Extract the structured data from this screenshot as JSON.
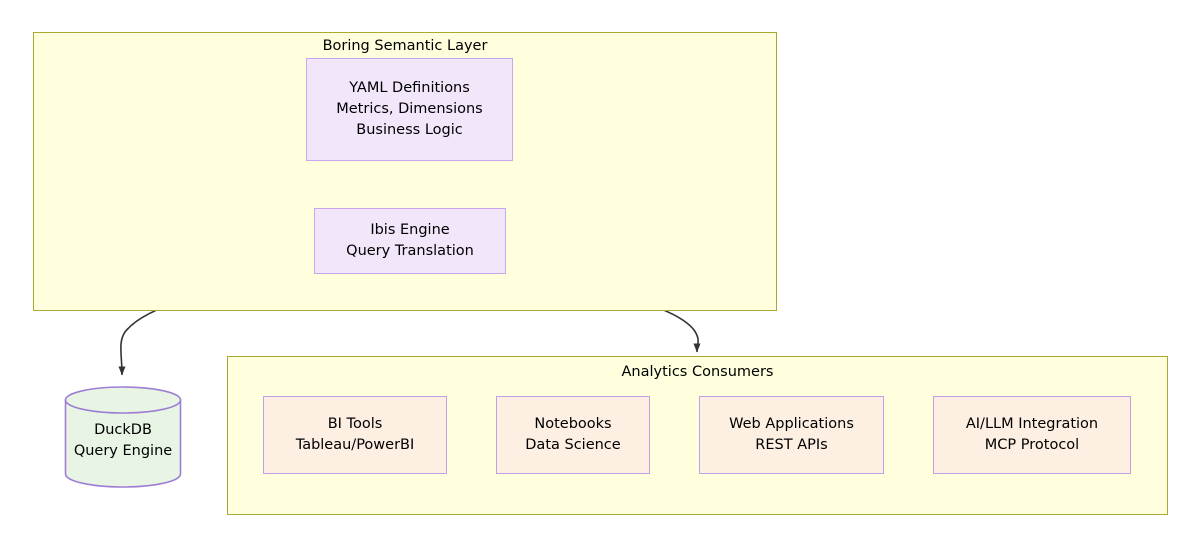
{
  "diagram": {
    "type": "flowchart",
    "background": "#ffffff",
    "colors": {
      "subgraph_fill": "#ffffde",
      "subgraph_stroke": "#aaaa33",
      "purple_fill": "#f2e6fb",
      "purple_stroke": "#c9a6ef",
      "peach_fill": "#fdf0e3",
      "peach_stroke": "#c1a0e8",
      "cylinder_fill": "#e8f5e4",
      "cylinder_stroke": "#9e7fd4",
      "edge_stroke": "#333333",
      "text": "#000000"
    },
    "subgraphs": [
      {
        "id": "semantic-layer",
        "title": "Boring Semantic Layer"
      },
      {
        "id": "analytics-consumers",
        "title": "Analytics Consumers"
      }
    ],
    "nodes": {
      "yaml_definitions": {
        "lines": [
          "YAML Definitions",
          "Metrics, Dimensions",
          "Business Logic"
        ]
      },
      "ibis_engine": {
        "lines": [
          "Ibis Engine",
          "Query Translation"
        ]
      },
      "duckdb": {
        "lines": [
          "DuckDB",
          "Query Engine"
        ],
        "shape": "cylinder"
      },
      "bi_tools": {
        "lines": [
          "BI Tools",
          "Tableau/PowerBI"
        ]
      },
      "notebooks": {
        "lines": [
          "Notebooks",
          "Data Science"
        ]
      },
      "web_applications": {
        "lines": [
          "Web Applications",
          "REST APIs"
        ]
      },
      "ai_llm": {
        "lines": [
          "AI/LLM Integration",
          "MCP Protocol"
        ]
      }
    },
    "edges": [
      {
        "from": "yaml_definitions",
        "to": "ibis_engine",
        "style": "arrow"
      },
      {
        "from": "ibis_engine",
        "to": "duckdb",
        "style": "arrow"
      },
      {
        "from": "ibis_engine",
        "to": "analytics-consumers",
        "style": "arrow"
      }
    ]
  }
}
